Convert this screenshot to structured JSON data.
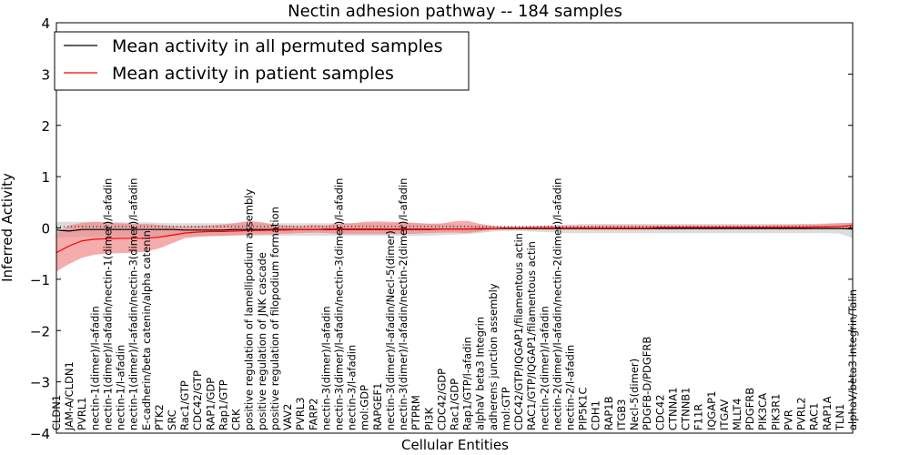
{
  "chart_data": {
    "type": "line",
    "title": "Nectin adhesion pathway -- 184 samples",
    "xlabel": "Cellular Entities",
    "ylabel": "Inferred Activity",
    "ylim": [
      -4,
      4
    ],
    "yticks": [
      "4",
      "3",
      "2",
      "1",
      "0",
      "−1",
      "−2",
      "−3",
      "−4"
    ],
    "legend_position": "top-left",
    "grid": false,
    "categories": [
      "CLDN1",
      "JAM-A/CLDN1",
      "PVRL1",
      "nectin-1(dimer)/l-afadin",
      "nectin-1(dimer)/l-afadin/nectin-1(dimer)/l-afadin",
      "nectin-1/l-afadin",
      "nectin-1(dimer)/l-afadin/nectin-3(dimer)/l-afadin",
      "E-cadherin/beta catenin/alpha catenin",
      "PTK2",
      "SRC",
      "Rac1/GTP",
      "CDC42/GTP",
      "RAP1/GDP",
      "Rap1/GTP",
      "CRK",
      "positive regulation of lamellipodium assembly",
      "positive regulation of JNK cascade",
      "positive regulation of filopodium formation",
      "VAV2",
      "PVRL3",
      "FARP2",
      "nectin-3(dimer)/l-afadin",
      "nectin-3(dimer)/l-afadin/nectin-3(dimer)/l-afadin",
      "nectin-3/l-afadin",
      "mol:GDP",
      "RAPGEF1",
      "nectin-3(dimer)/l-afadin/Necl-5(dimer)",
      "nectin-3(dimer)/l-afadin/nectin-2(dimer)/l-afadin",
      "PTPRM",
      "PI3K",
      "CDC42/GDP",
      "Rac1/GDP",
      "Rap1/GTP/l-afadin",
      "alphaV beta3 Integrin",
      "adherens junction assembly",
      "mol:GTP",
      "CDC42/GTP/IQGAP1/filamentous actin",
      "RAC1/GTP/IQGAP1/filamentous actin",
      "nectin-2(dimer)/l-afadin",
      "nectin-2(dimer)/l-afadin/nectin-2(dimer)/l-afadin",
      "nectin-2/l-afadin",
      "PIP5K1C",
      "CDH1",
      "RAP1B",
      "ITGB3",
      "Necl-5(dimer)",
      "PDGFB-D/PDGFRB",
      "CDC42",
      "CTNNA1",
      "CTNNB1",
      "F11R",
      "IQGAP1",
      "ITGAV",
      "MLLT4",
      "PDGFRB",
      "PIK3CA",
      "PIK3R1",
      "PVR",
      "PVRL2",
      "RAC1",
      "RAP1A",
      "TLN1",
      "alphaV/beta3 Integrin/Talin"
    ],
    "series": [
      {
        "name": "Mean activity in all permuted samples",
        "color": "#000000",
        "band_color": "#bfbfbf",
        "values": [
          -0.04,
          -0.06,
          -0.03,
          -0.03,
          -0.03,
          -0.03,
          -0.03,
          -0.03,
          -0.03,
          -0.03,
          -0.04,
          -0.04,
          -0.04,
          -0.04,
          -0.03,
          -0.03,
          -0.03,
          -0.03,
          -0.03,
          -0.03,
          -0.03,
          -0.03,
          -0.03,
          -0.03,
          -0.03,
          -0.03,
          -0.03,
          -0.03,
          -0.03,
          -0.03,
          -0.02,
          -0.02,
          -0.02,
          -0.02,
          -0.01,
          -0.01,
          -0.01,
          -0.01,
          -0.01,
          -0.01,
          -0.01,
          -0.01,
          -0.01,
          -0.01,
          -0.01,
          -0.01,
          -0.01,
          -0.01,
          -0.01,
          -0.01,
          -0.01,
          -0.01,
          -0.01,
          -0.01,
          -0.01,
          -0.01,
          -0.01,
          -0.01,
          -0.01,
          -0.01,
          -0.01,
          -0.01,
          -0.02
        ],
        "lower": [
          -0.18,
          -0.18,
          -0.17,
          -0.17,
          -0.17,
          -0.17,
          -0.17,
          -0.17,
          -0.17,
          -0.17,
          -0.16,
          -0.16,
          -0.16,
          -0.16,
          -0.15,
          -0.15,
          -0.15,
          -0.15,
          -0.15,
          -0.15,
          -0.15,
          -0.15,
          -0.15,
          -0.15,
          -0.15,
          -0.15,
          -0.15,
          -0.15,
          -0.15,
          -0.15,
          -0.14,
          -0.13,
          -0.12,
          -0.1,
          -0.07,
          -0.06,
          -0.06,
          -0.07,
          -0.08,
          -0.09,
          -0.1,
          -0.1,
          -0.1,
          -0.1,
          -0.1,
          -0.1,
          -0.1,
          -0.1,
          -0.1,
          -0.1,
          -0.1,
          -0.1,
          -0.1,
          -0.1,
          -0.1,
          -0.1,
          -0.1,
          -0.1,
          -0.1,
          -0.1,
          -0.1,
          -0.11,
          -0.2
        ],
        "upper": [
          0.12,
          0.12,
          0.12,
          0.12,
          0.12,
          0.11,
          0.11,
          0.11,
          0.1,
          0.09,
          0.09,
          0.09,
          0.09,
          0.09,
          0.09,
          0.09,
          0.09,
          0.09,
          0.09,
          0.09,
          0.09,
          0.09,
          0.09,
          0.09,
          0.09,
          0.09,
          0.09,
          0.09,
          0.09,
          0.09,
          0.08,
          0.07,
          0.06,
          0.05,
          0.04,
          0.03,
          0.03,
          0.04,
          0.05,
          0.06,
          0.07,
          0.08,
          0.08,
          0.08,
          0.08,
          0.08,
          0.08,
          0.08,
          0.08,
          0.08,
          0.08,
          0.08,
          0.08,
          0.08,
          0.08,
          0.08,
          0.08,
          0.08,
          0.08,
          0.08,
          0.09,
          0.1,
          0.1
        ]
      },
      {
        "name": "Mean activity in patient samples",
        "color": "#ff0000",
        "band_color": "#f08080",
        "values": [
          -0.48,
          -0.35,
          -0.25,
          -0.22,
          -0.21,
          -0.2,
          -0.2,
          -0.2,
          -0.18,
          -0.14,
          -0.1,
          -0.08,
          -0.07,
          -0.07,
          -0.06,
          -0.05,
          -0.05,
          -0.04,
          -0.04,
          -0.03,
          -0.03,
          -0.02,
          -0.02,
          -0.02,
          -0.02,
          -0.02,
          -0.02,
          -0.02,
          -0.02,
          -0.02,
          -0.02,
          -0.02,
          -0.02,
          -0.01,
          -0.01,
          0.0,
          0.0,
          0.0,
          0.0,
          0.0,
          0.0,
          0.0,
          0.0,
          0.0,
          0.0,
          0.0,
          0.0,
          0.01,
          0.01,
          0.01,
          0.01,
          0.01,
          0.01,
          0.01,
          0.01,
          0.01,
          0.01,
          0.01,
          0.01,
          0.02,
          0.02,
          0.03,
          0.05
        ],
        "lower": [
          -0.85,
          -0.7,
          -0.58,
          -0.52,
          -0.5,
          -0.49,
          -0.48,
          -0.46,
          -0.4,
          -0.3,
          -0.2,
          -0.17,
          -0.16,
          -0.15,
          -0.14,
          -0.13,
          -0.13,
          -0.12,
          -0.11,
          -0.1,
          -0.09,
          -0.1,
          -0.12,
          -0.12,
          -0.12,
          -0.12,
          -0.12,
          -0.12,
          -0.11,
          -0.1,
          -0.09,
          -0.09,
          -0.1,
          -0.07,
          -0.04,
          -0.02,
          -0.02,
          -0.03,
          -0.03,
          -0.03,
          -0.03,
          -0.03,
          -0.03,
          -0.03,
          -0.03,
          -0.03,
          -0.03,
          -0.02,
          -0.02,
          -0.02,
          -0.02,
          -0.02,
          -0.02,
          -0.02,
          -0.02,
          -0.02,
          -0.02,
          -0.02,
          -0.02,
          -0.02,
          -0.02,
          -0.01,
          -0.01
        ],
        "upper": [
          -0.1,
          0.05,
          0.1,
          0.12,
          0.1,
          0.09,
          0.08,
          0.08,
          0.06,
          0.04,
          0.03,
          0.04,
          0.05,
          0.07,
          0.1,
          0.14,
          0.11,
          0.06,
          0.05,
          0.04,
          0.06,
          0.05,
          0.09,
          0.09,
          0.12,
          0.13,
          0.12,
          0.11,
          0.1,
          0.08,
          0.09,
          0.13,
          0.14,
          0.08,
          0.04,
          0.02,
          0.02,
          0.03,
          0.04,
          0.04,
          0.04,
          0.04,
          0.05,
          0.05,
          0.05,
          0.05,
          0.05,
          0.05,
          0.05,
          0.05,
          0.05,
          0.05,
          0.05,
          0.05,
          0.05,
          0.05,
          0.06,
          0.06,
          0.07,
          0.07,
          0.08,
          0.09,
          0.1
        ]
      }
    ]
  }
}
